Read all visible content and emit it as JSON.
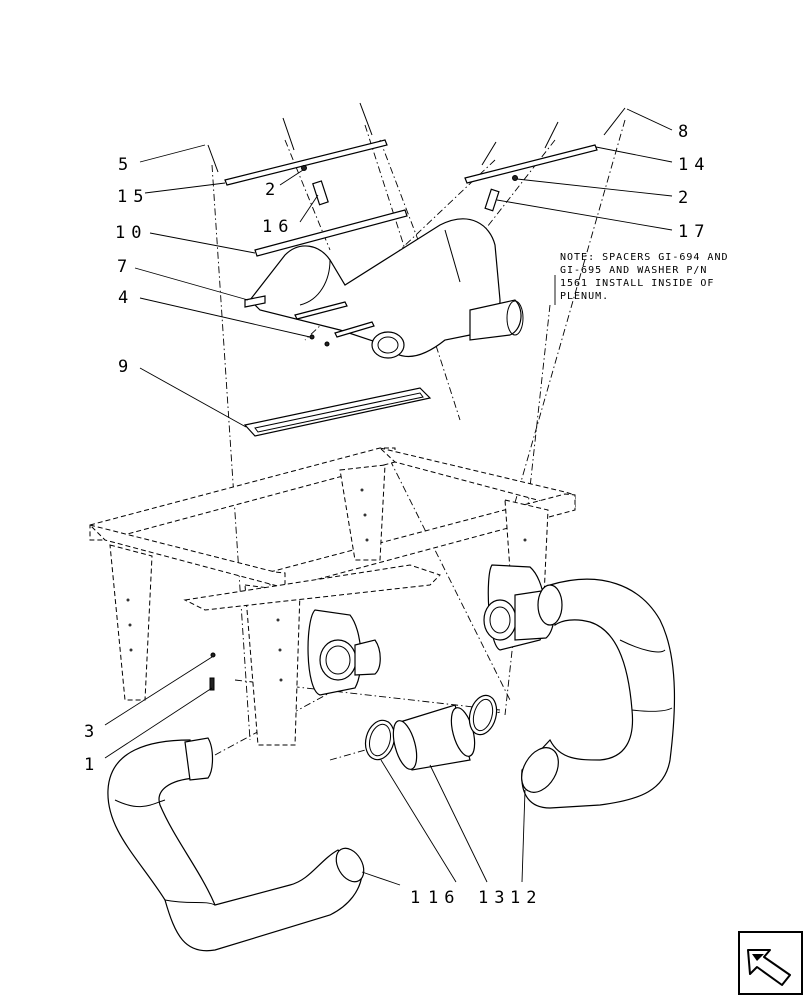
{
  "callouts": {
    "c5": "5",
    "c15": "15",
    "c2_left": "2",
    "c16_top": "16",
    "c10": "10",
    "c7": "7",
    "c4": "4",
    "c9": "9",
    "c8": "8",
    "c14": "14",
    "c2_right": "2",
    "c17": "17",
    "c3": "3",
    "c1": "1",
    "c11": "1",
    "c16_bottom": "16",
    "c13": "13",
    "c12": "12"
  },
  "note": {
    "line1": "NOTE: SPACERS GI-694 AND",
    "line2": "GI-695 AND WASHER P/N",
    "line3": "1561 INSTALL INSIDE OF",
    "line4": "PLENUM."
  },
  "nav_icon": "return-arrow-icon"
}
